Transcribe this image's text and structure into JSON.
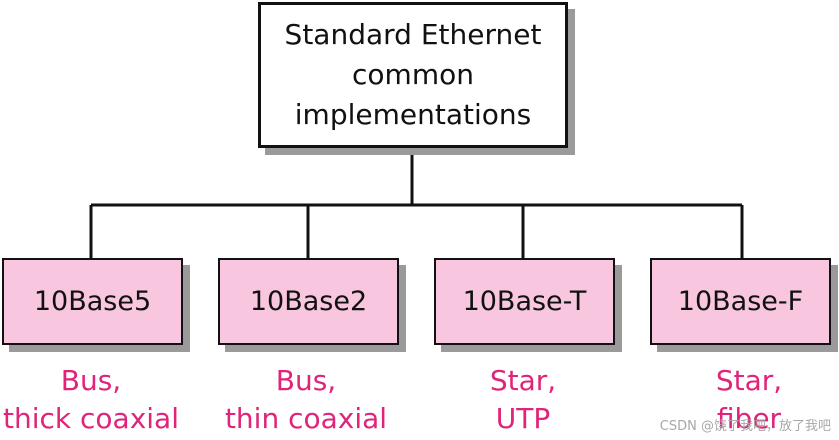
{
  "diagram": {
    "root": {
      "label": "Standard Ethernet\ncommon\nimplementations"
    },
    "children": [
      {
        "label": "10Base5",
        "caption_line1": "Bus,",
        "caption_line2": "thick coaxial"
      },
      {
        "label": "10Base2",
        "caption_line1": "Bus,",
        "caption_line2": "thin coaxial"
      },
      {
        "label": "10Base-T",
        "caption_line1": "Star,",
        "caption_line2": "UTP"
      },
      {
        "label": "10Base-F",
        "caption_line1": "Star,",
        "caption_line2": "fiber"
      }
    ]
  },
  "colors": {
    "child_fill": "#f8c6de",
    "caption_text": "#e0247a",
    "line": "#111111",
    "shadow": "#9a9a9a"
  },
  "watermark": {
    "text": "CSDN @饶了我吧，放了我吧"
  }
}
